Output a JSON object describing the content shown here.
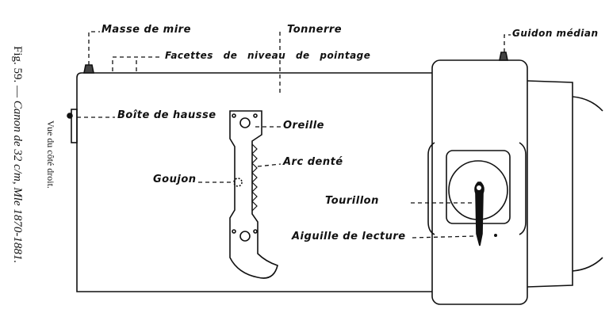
{
  "caption": {
    "figure": "Fig. 59. —",
    "title": "Canon de 32 c/m, Mle 1870-1881.",
    "subtitle": "Vue du côté droit."
  },
  "labels": {
    "masse_de_mire": "Masse de mire",
    "tonnerre": "Tonnerre",
    "guidon_median": "Guidon médian",
    "facettes": "Facettes de niveau de pointage",
    "boite_de_hausse": "Boîte de hausse",
    "oreille": "Oreille",
    "arc_dente": "Arc denté",
    "goujon": "Goujon",
    "tourillon": "Tourillon",
    "aiguille": "Aiguille de lecture"
  }
}
